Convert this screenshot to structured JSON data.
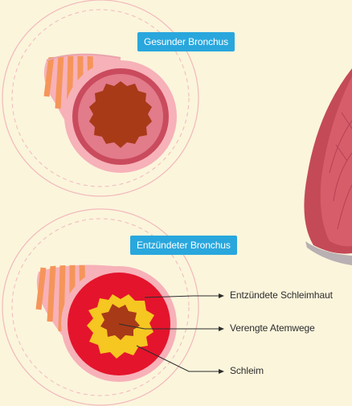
{
  "labels": {
    "healthy": "Gesunder Bronchus",
    "inflamed": "Entzündeter Bronchus"
  },
  "annotations": {
    "mucosa": "Entzündete Schleimhaut",
    "airways": "Verengte Atemwege",
    "mucus": "Schleim"
  },
  "colors": {
    "background": "#fbf5dc",
    "label_box": "#29a7dd",
    "outer_wall": "#f7b1b8",
    "stripe_orange": "#f5955a",
    "wall_ring": "#c94b5d",
    "healthy_lumen": "#a83a18",
    "inflamed_ring": "#e4142c",
    "mucus": "#f6c621",
    "lung_tissue": "#c44a58"
  }
}
